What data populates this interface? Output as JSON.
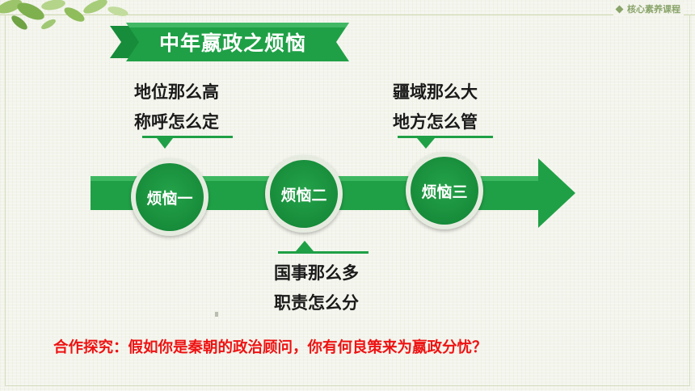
{
  "brand": {
    "icon": "diamond-icon",
    "text": "核心素养课程"
  },
  "title": "中年嬴政之烦恼",
  "worries": [
    {
      "label": "烦恼一",
      "lines": [
        "地位那么高",
        "称呼怎么定"
      ]
    },
    {
      "label": "烦恼二",
      "lines": [
        "国事那么多",
        "职责怎么分"
      ]
    },
    {
      "label": "烦恼三",
      "lines": [
        "疆域那么大",
        "地方怎么管"
      ]
    }
  ],
  "question": "合作探究：假如你是秦朝的政治顾问，你有何良策来为嬴政分忧？",
  "colors": {
    "green": "#1fa046",
    "dark_green": "#178c3a",
    "red": "#ee1212",
    "brand_green": "#8aa46a"
  }
}
